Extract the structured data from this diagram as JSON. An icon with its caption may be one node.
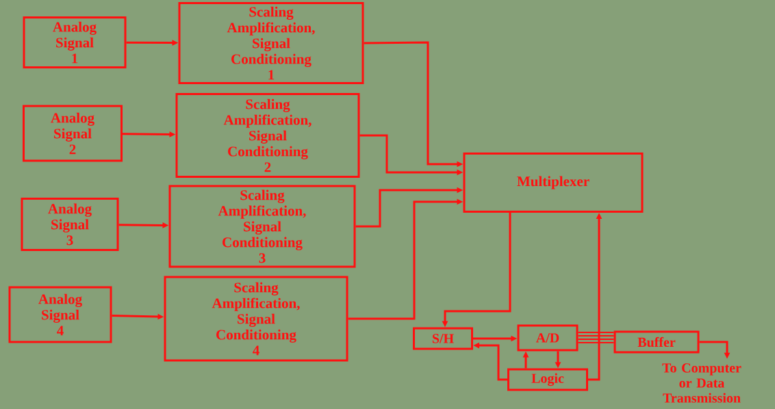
{
  "diagram": {
    "nodes": [
      {
        "text": [
          "Analog Signal 1"
        ]
      },
      {
        "text": [
          "Analog Signal 2"
        ]
      },
      {
        "text": [
          "Analog Signal 3"
        ]
      },
      {
        "text": [
          "Analog Signal 4"
        ]
      },
      {
        "text": [
          "Scaling Amplification, Signal Conditioning 1"
        ]
      },
      {
        "text": [
          "Scaling Amplification, Signal Conditioning 2"
        ]
      },
      {
        "text": [
          "Scaling Amplification, Signal Conditioning 3"
        ]
      },
      {
        "text": [
          "Scaling Amplification, Signal Conditioning 4"
        ]
      },
      {
        "text": [
          "Multiplexer"
        ]
      },
      {
        "text": [
          "S/H"
        ]
      },
      {
        "text": [
          "A/D"
        ]
      },
      {
        "text": [
          "Buffer"
        ]
      },
      {
        "text": [
          "Logic"
        ]
      },
      {
        "text": [
          "To Computer or Data Transmission"
        ]
      }
    ],
    "edges": [
      {
        "from": 0,
        "to": 4,
        "arrow": "to"
      },
      {
        "from": 1,
        "to": 5,
        "arrow": "to"
      },
      {
        "from": 2,
        "to": 6,
        "arrow": "to"
      },
      {
        "from": 3,
        "to": 7,
        "arrow": "to"
      },
      {
        "from": 4,
        "to": 8,
        "arrow": "to"
      },
      {
        "from": 5,
        "to": 8,
        "arrow": "to"
      },
      {
        "from": 6,
        "to": 8,
        "arrow": "to"
      },
      {
        "from": 7,
        "to": 8,
        "arrow": "to"
      },
      {
        "from": 8,
        "to": 9,
        "arrow": "to"
      },
      {
        "from": 9,
        "to": 10,
        "arrow": "to"
      },
      {
        "from": 12,
        "to": 9,
        "arrow": "to"
      },
      {
        "from": 12,
        "to": 10,
        "arrow": "to"
      },
      {
        "from": 10,
        "to": 12,
        "arrow": "to"
      },
      {
        "from": 12,
        "to": 8,
        "arrow": "to"
      },
      {
        "from": 10,
        "to": 11,
        "arrow": "none"
      },
      {
        "from": 11,
        "to": 13,
        "arrow": "to"
      }
    ]
  }
}
